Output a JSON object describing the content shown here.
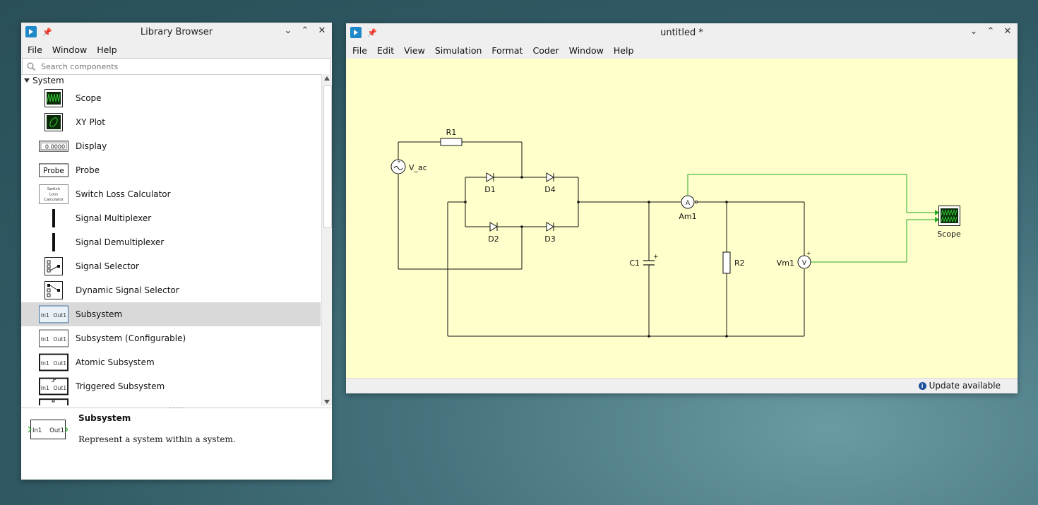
{
  "library_browser": {
    "title": "Library Browser",
    "menu": [
      "File",
      "Window",
      "Help"
    ],
    "search_placeholder": "Search components",
    "category": "System",
    "items": [
      {
        "label": "Scope"
      },
      {
        "label": "XY Plot"
      },
      {
        "label": "Display",
        "icon_text": "0.0000"
      },
      {
        "label": "Probe",
        "icon_text": "Probe"
      },
      {
        "label": "Switch Loss Calculator",
        "icon_text": "Switch Loss Calculator"
      },
      {
        "label": "Signal Multiplexer"
      },
      {
        "label": "Signal Demultiplexer"
      },
      {
        "label": "Signal Selector"
      },
      {
        "label": "Dynamic Signal Selector"
      },
      {
        "label": "Subsystem",
        "icon_in": "In1",
        "icon_out": "Out1"
      },
      {
        "label": "Subsystem (Configurable)",
        "icon_in": "In1",
        "icon_out": "Out1"
      },
      {
        "label": "Atomic Subsystem",
        "icon_in": "In1",
        "icon_out": "Out1"
      },
      {
        "label": "Triggered Subsystem",
        "icon_in": "In1",
        "icon_out": "Out1"
      }
    ],
    "selected_index": 9,
    "detail": {
      "title": "Subsystem",
      "description": "Represent a system within a system.",
      "icon_in": "In1",
      "icon_out": "Out1"
    }
  },
  "model_window": {
    "title": "untitled *",
    "menu": [
      "File",
      "Edit",
      "View",
      "Simulation",
      "Format",
      "Coder",
      "Window",
      "Help"
    ],
    "canvas_color": "#ffffcc",
    "components": {
      "r1": "R1",
      "v_ac": "V_ac",
      "d1": "D1",
      "d2": "D2",
      "d3": "D3",
      "d4": "D4",
      "c1": "C1",
      "am1": "Am1",
      "r2": "R2",
      "vm1": "Vm1",
      "scope": "Scope",
      "ammeter_symbol": "A",
      "voltmeter_symbol": "V"
    },
    "signal_color": "#22aa22",
    "status": "Update available"
  }
}
